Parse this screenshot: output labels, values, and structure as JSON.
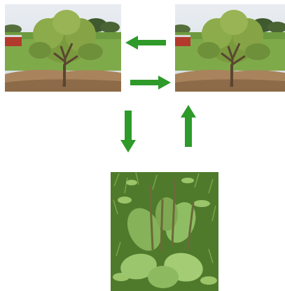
{
  "diagram": {
    "arrow_color": "#2e9a2a",
    "background": "#ffffff",
    "nodes": [
      {
        "id": "tree-left",
        "icon": "young-tree-photo"
      },
      {
        "id": "tree-right",
        "icon": "young-tree-photo"
      },
      {
        "id": "plantain",
        "icon": "broadleaf-plantain-photo"
      }
    ],
    "edges": [
      {
        "from": "tree-right",
        "to": "tree-left",
        "direction": "left"
      },
      {
        "from": "tree-left",
        "to": "tree-right",
        "direction": "right"
      },
      {
        "from": "tree-left",
        "to": "plantain",
        "direction": "down"
      },
      {
        "from": "plantain",
        "to": "tree-right",
        "direction": "up"
      }
    ]
  }
}
